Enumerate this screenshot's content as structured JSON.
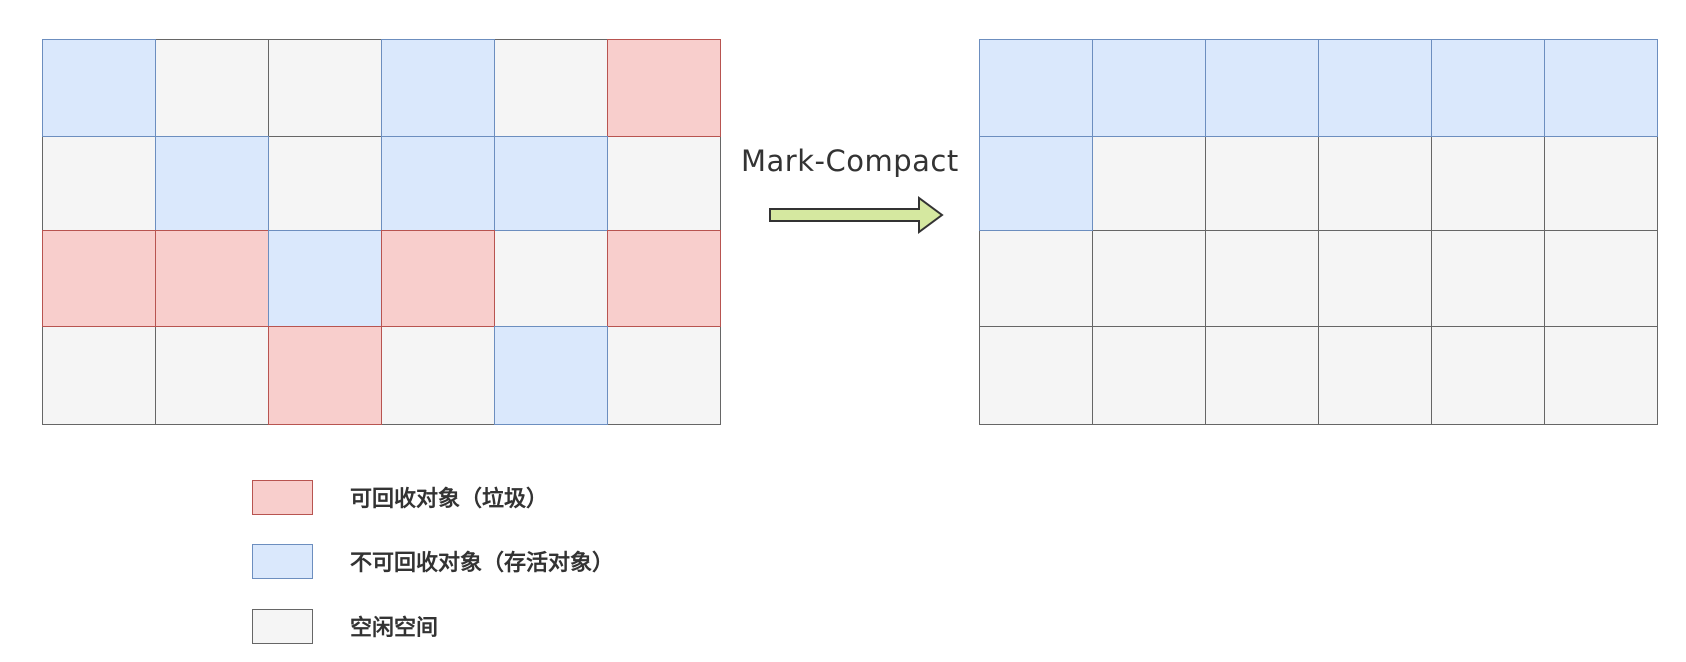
{
  "colors": {
    "garbage_fill": "#f8cecc",
    "garbage_stroke": "#b85450",
    "live_fill": "#dae8fc",
    "live_stroke": "#6c8ebf",
    "free_fill": "#f5f5f5",
    "free_stroke": "#666666",
    "arrow_fill": "#d5e8a0",
    "arrow_stroke": "#333333"
  },
  "heap_before": {
    "rows": [
      [
        "live",
        "free",
        "free",
        "live",
        "free",
        "garbage"
      ],
      [
        "free",
        "live",
        "free",
        "live",
        "live",
        "free"
      ],
      [
        "garbage",
        "garbage",
        "live",
        "garbage",
        "free",
        "garbage"
      ],
      [
        "free",
        "free",
        "garbage",
        "free",
        "live",
        "free"
      ]
    ]
  },
  "heap_after": {
    "rows": [
      [
        "live",
        "live",
        "live",
        "live",
        "live",
        "live"
      ],
      [
        "live",
        "free",
        "free",
        "free",
        "free",
        "free"
      ],
      [
        "free",
        "free",
        "free",
        "free",
        "free",
        "free"
      ],
      [
        "free",
        "free",
        "free",
        "free",
        "free",
        "free"
      ]
    ]
  },
  "transition": {
    "label": "Mark-Compact",
    "icon": "right-arrow-icon"
  },
  "legend": {
    "garbage": "可回收对象（垃圾）",
    "live": "不可回收对象（存活对象）",
    "free": "空闲空间"
  }
}
